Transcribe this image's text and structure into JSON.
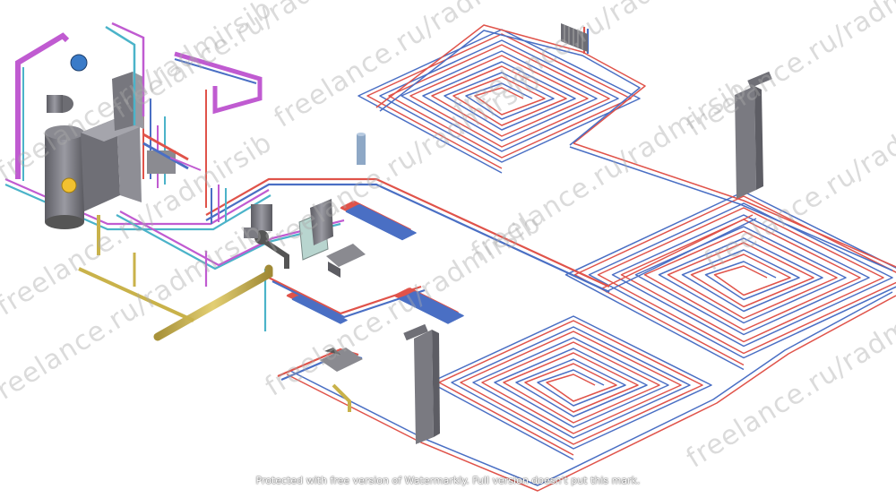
{
  "watermarks": [
    "freelance.ru/radmirsib",
    "freelance.ru/radmirsib",
    "freelance.ru/radmirsib",
    "freelance.ru/radmirsib",
    "freelance.ru/radmirsib",
    "freelance.ru/radmirsib",
    "freelance.ru/radmirsib",
    "freelance.ru/radmirsib",
    "freelance.ru/radmirsib",
    "freelance.ru/radmirsib",
    "freelance.ru/radmirsib",
    "freelance.ru/radmirsib"
  ],
  "footer_notice": "Protected with free version of Watermarkly. Full version doesn't put this mark.",
  "colors": {
    "supply_pipe": "#e0534a",
    "return_pipe": "#4a6fc4",
    "gas_pipe": "#c9b24a",
    "cold_water": "#4bb3c9",
    "hot_water": "#c05bd1",
    "equipment": "#7a7a80",
    "watermark": "#aaaaaa"
  },
  "icons": [
    "boiler-icon",
    "water-heater-tank-icon",
    "chimney-icon",
    "pump-icon",
    "radiator-icon",
    "convector-icon",
    "sink-icon"
  ]
}
